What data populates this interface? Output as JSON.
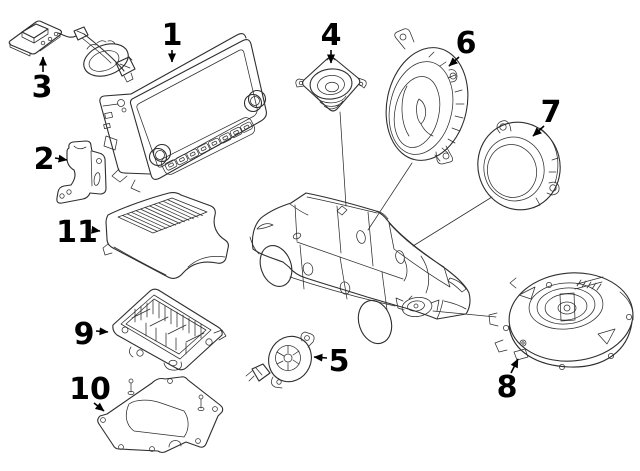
{
  "diagram": {
    "type": "exploded-parts-diagram",
    "subject": "vehicle-audio-system-components",
    "background_color": "#ffffff",
    "line_color": "#2e2e2e",
    "callout_text_color": "#000000",
    "vehicle": "crossover-suv-rear-three-quarter-outline",
    "callouts": [
      {
        "number": "1",
        "part": "display-audio-head-unit"
      },
      {
        "number": "2",
        "part": "mounting-bracket"
      },
      {
        "number": "3",
        "part": "antenna-module-with-cable"
      },
      {
        "number": "4",
        "part": "dash-tweeter-speaker"
      },
      {
        "number": "5",
        "part": "small-round-speaker"
      },
      {
        "number": "6",
        "part": "oval-door-speaker"
      },
      {
        "number": "7",
        "part": "round-door-speaker"
      },
      {
        "number": "8",
        "part": "subwoofer-assembly"
      },
      {
        "number": "9",
        "part": "junction-box-module"
      },
      {
        "number": "10",
        "part": "mounting-plate-bracket"
      },
      {
        "number": "11",
        "part": "amplifier"
      }
    ]
  }
}
